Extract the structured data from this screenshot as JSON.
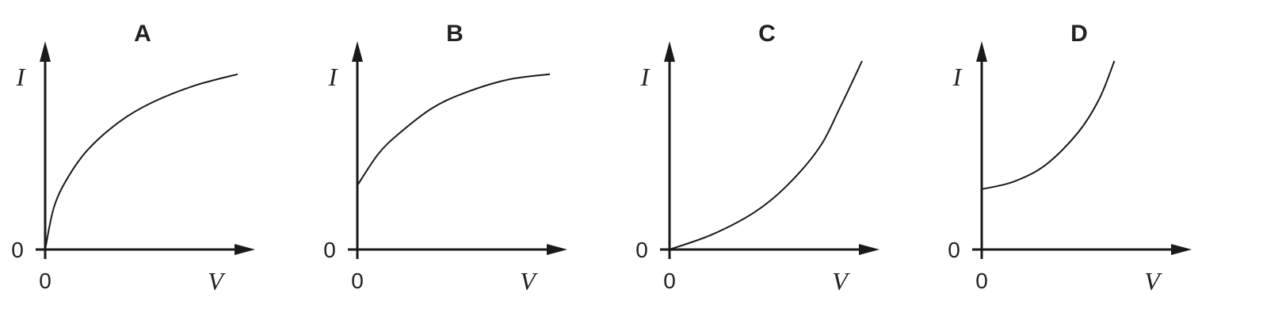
{
  "chart_data": [
    {
      "type": "line",
      "title": "A",
      "xlabel": "V",
      "ylabel": "I",
      "x_tick": "0",
      "y_tick": "0",
      "xlim": [
        0,
        1
      ],
      "ylim": [
        0,
        1
      ],
      "series": [
        {
          "x": [
            0,
            0.04,
            0.1,
            0.2,
            0.35,
            0.5,
            0.7,
            0.9
          ],
          "y": [
            0,
            0.22,
            0.37,
            0.53,
            0.68,
            0.78,
            0.87,
            0.93
          ]
        }
      ]
    },
    {
      "type": "line",
      "title": "B",
      "xlabel": "V",
      "ylabel": "I",
      "x_tick": "0",
      "y_tick": "0",
      "xlim": [
        0,
        1
      ],
      "ylim": [
        0,
        1
      ],
      "series": [
        {
          "x": [
            0,
            0.1,
            0.2,
            0.35,
            0.5,
            0.7,
            0.9
          ],
          "y": [
            0.34,
            0.51,
            0.62,
            0.75,
            0.83,
            0.9,
            0.93
          ]
        }
      ]
    },
    {
      "type": "line",
      "title": "C",
      "xlabel": "V",
      "ylabel": "I",
      "x_tick": "0",
      "y_tick": "0",
      "xlim": [
        0,
        1
      ],
      "ylim": [
        0,
        1
      ],
      "series": [
        {
          "x": [
            0,
            0.2,
            0.4,
            0.55,
            0.7,
            0.8,
            0.9
          ],
          "y": [
            0,
            0.08,
            0.2,
            0.34,
            0.54,
            0.76,
            1.0
          ]
        }
      ]
    },
    {
      "type": "line",
      "title": "D",
      "xlabel": "V",
      "ylabel": "I",
      "x_tick": "0",
      "y_tick": "0",
      "xlim": [
        0,
        1
      ],
      "ylim": [
        0,
        1
      ],
      "series": [
        {
          "x": [
            0,
            0.15,
            0.3,
            0.45,
            0.55,
            0.62
          ],
          "y": [
            0.32,
            0.36,
            0.45,
            0.62,
            0.8,
            1.0
          ]
        }
      ]
    }
  ]
}
